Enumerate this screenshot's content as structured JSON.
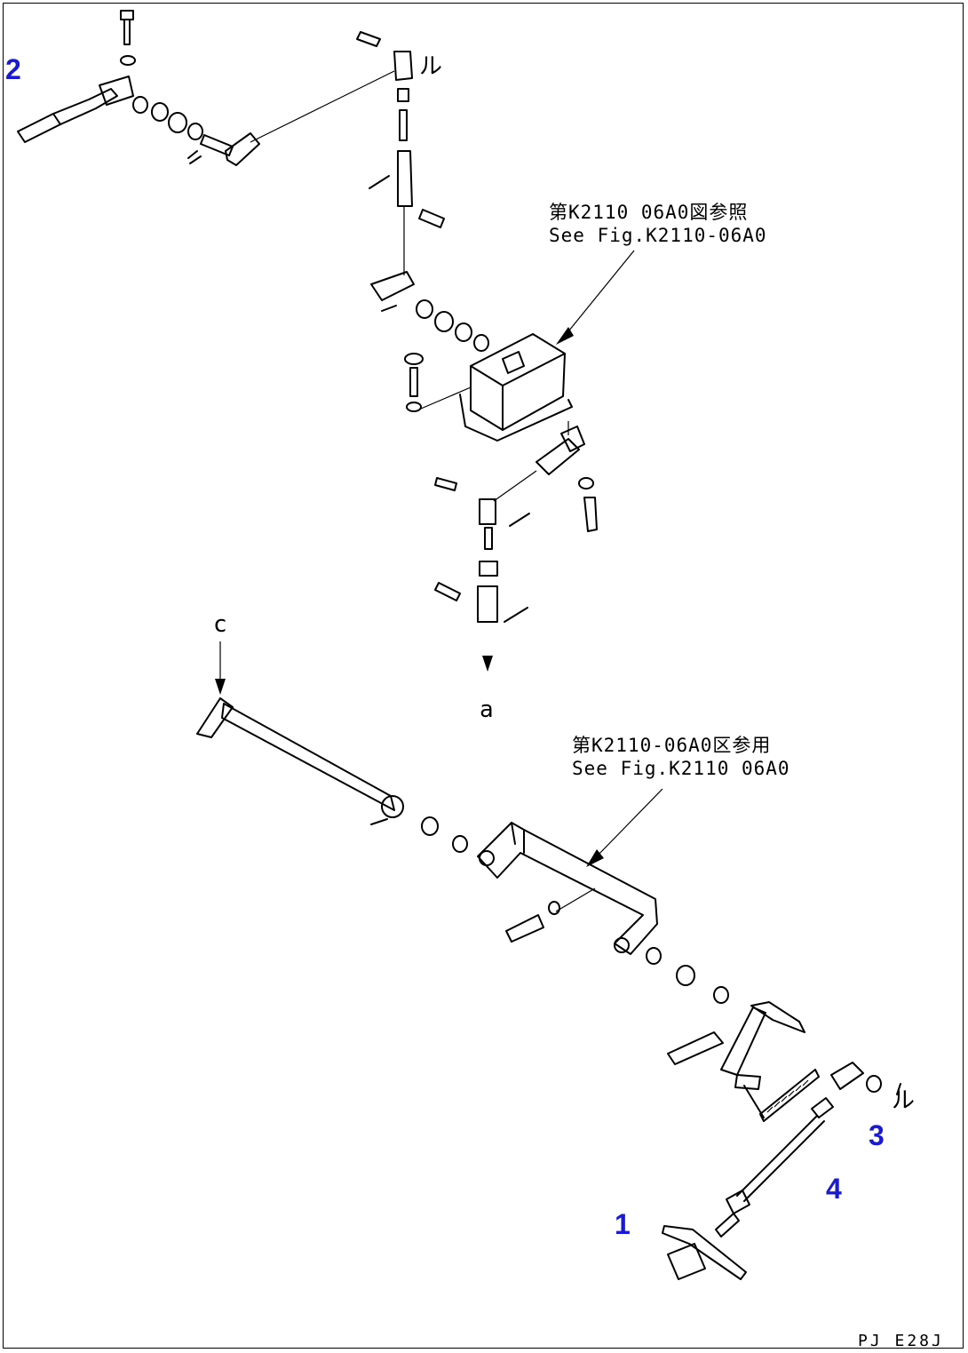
{
  "diagram": {
    "callouts": [
      {
        "number": "2",
        "color": "#1a1ad6"
      },
      {
        "number": "3",
        "color": "#1a1ad6"
      },
      {
        "number": "4",
        "color": "#1a1ad6"
      },
      {
        "number": "1",
        "color": "#1a1ad6"
      }
    ],
    "references": [
      {
        "line1": "第K2110 06A0図参照",
        "line2": "See Fig.K2110-06A0"
      },
      {
        "line1": "第K2110-06A0区参用",
        "line2": "See Fig.K2110 06A0"
      }
    ],
    "markers": {
      "b_top": "ル",
      "b_bottom": "ル",
      "c_label": "c",
      "a_label": "a"
    },
    "drawing_code": "PJ E28J"
  }
}
